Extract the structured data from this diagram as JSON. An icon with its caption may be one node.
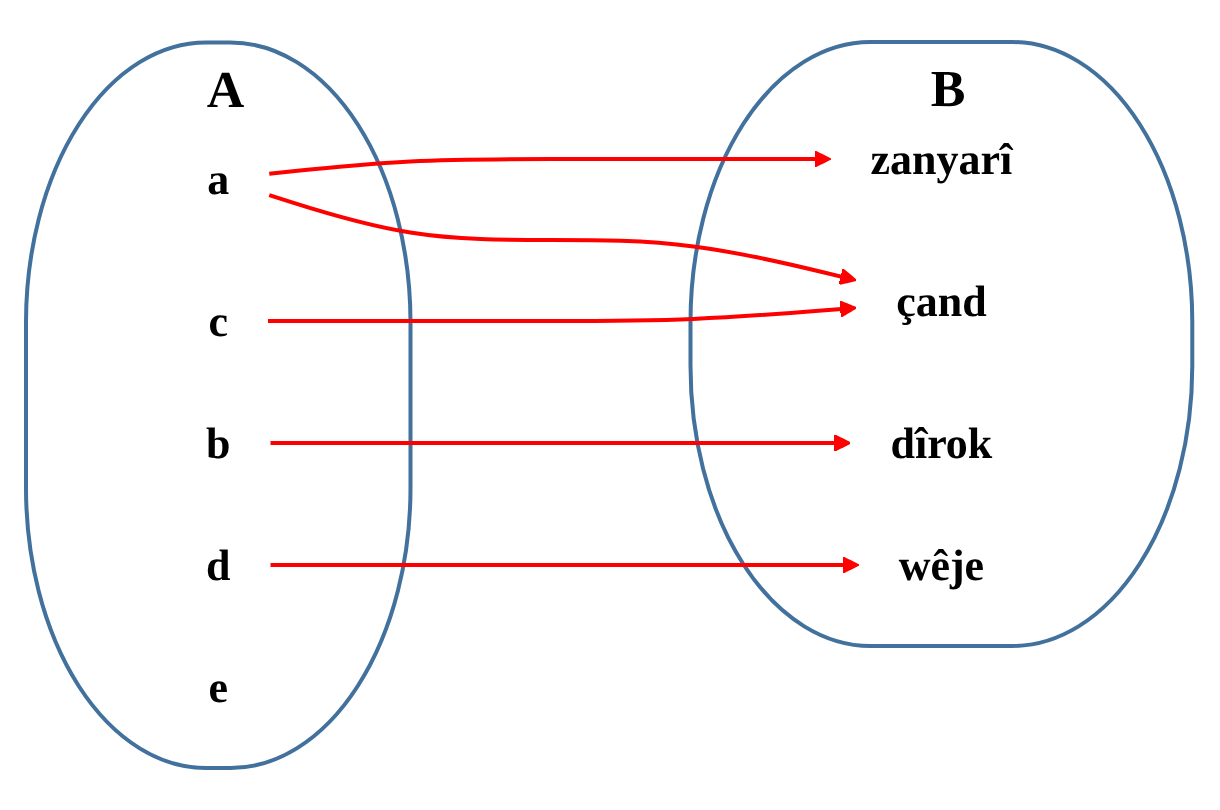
{
  "diagram": {
    "nodes": [
      {
        "text": [
          "A"
        ]
      },
      {
        "text": [
          "a"
        ],
        "in": 0
      },
      {
        "text": [
          "b"
        ],
        "in": 0
      },
      {
        "text": [
          "c"
        ],
        "in": 0
      },
      {
        "text": [
          "d"
        ],
        "in": 0
      },
      {
        "text": [
          "e"
        ],
        "in": 0
      },
      {
        "text": [
          "B"
        ]
      },
      {
        "text": [
          "zanyarî"
        ],
        "in": 6
      },
      {
        "text": [
          "çand"
        ],
        "in": 6
      },
      {
        "text": [
          "dîrok"
        ],
        "in": 6
      },
      {
        "text": [
          "wêje"
        ],
        "in": 6
      }
    ],
    "edges": [
      {
        "from": 1,
        "to": 7,
        "arrow": "to"
      },
      {
        "from": 1,
        "to": 8,
        "arrow": "to"
      },
      {
        "from": 2,
        "to": 9,
        "arrow": "to"
      },
      {
        "from": 3,
        "to": 8,
        "arrow": "to"
      },
      {
        "from": 4,
        "to": 10,
        "arrow": "to"
      }
    ]
  }
}
